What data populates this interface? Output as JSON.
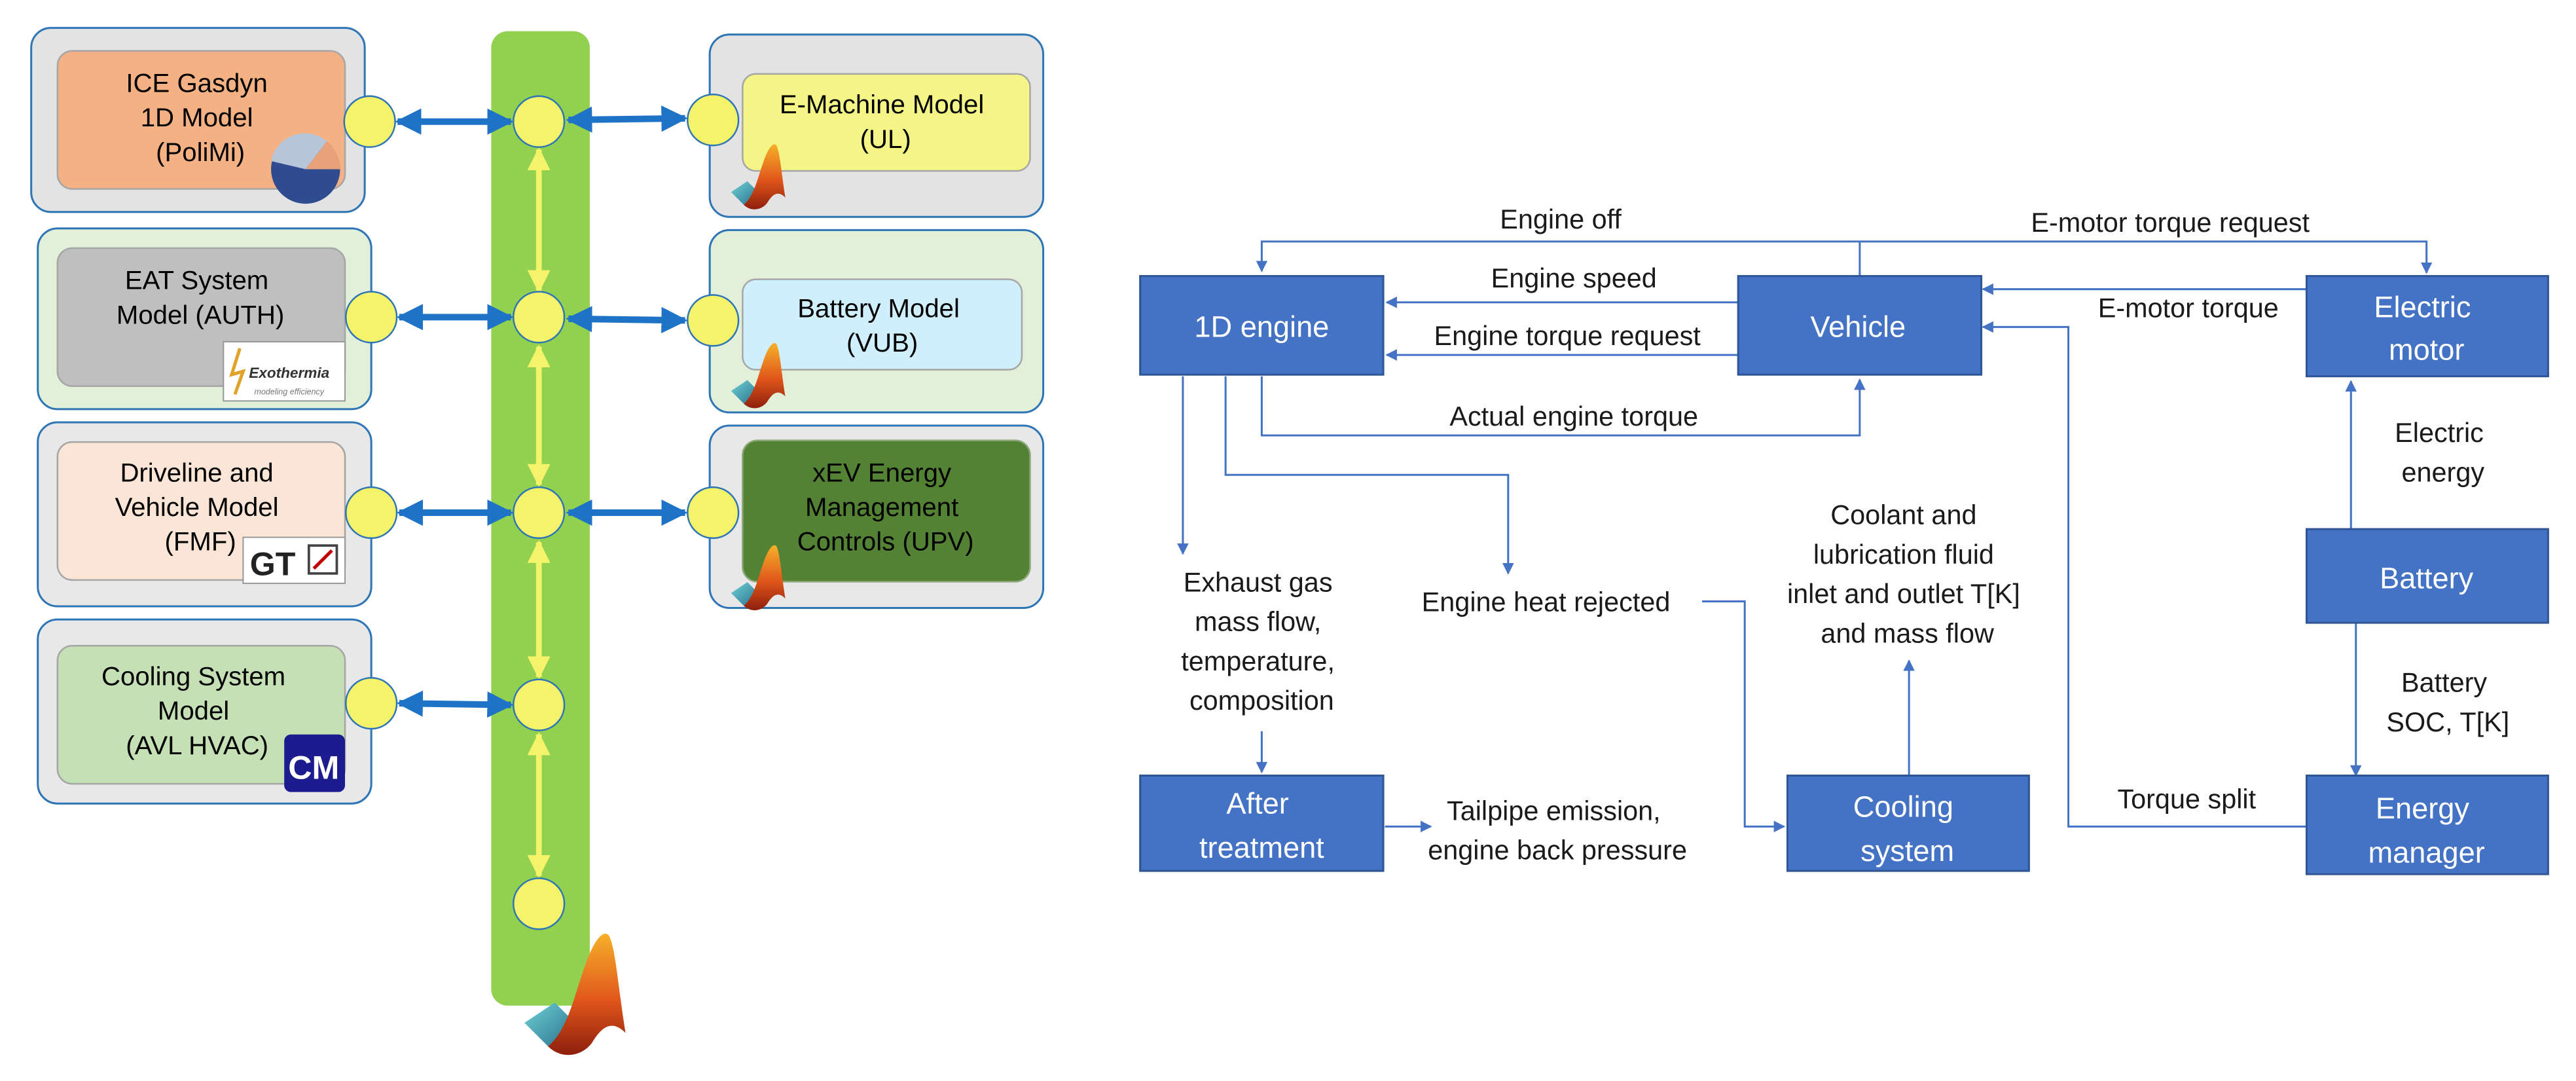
{
  "colors": {
    "accent_blue": "#4472C4",
    "bus_green": "#92D050",
    "port_yellow": "#F4F36A",
    "arrow_blue": "#1F73C6"
  },
  "cosim": {
    "modules": {
      "ice": {
        "lines": [
          "ICE Gasdyn",
          "1D Model",
          "(PoliMi)"
        ],
        "fill": "#F4B183",
        "icon": "polimi-gasdyn-logo-icon"
      },
      "eat": {
        "lines": [
          "EAT System",
          "Model (AUTH)"
        ],
        "fill": "#BFBFBF",
        "icon": "exothermia-logo-icon",
        "logo_text": "Exothermia",
        "logo_sub": "modeling efficiency"
      },
      "driveline": {
        "lines": [
          "Driveline and",
          "Vehicle Model",
          "(FMF)"
        ],
        "fill": "#FBE5D6",
        "icon": "gt-suite-logo-icon",
        "logo_text": "GT"
      },
      "cooling": {
        "lines": [
          "Cooling System",
          "Model",
          "(AVL HVAC)"
        ],
        "fill": "#C5E0B4",
        "icon": "cruise-m-logo-icon",
        "logo_text": "CM"
      },
      "emachine": {
        "lines": [
          "E-Machine Model",
          "(UL)"
        ],
        "fill": "#F4F586",
        "icon": "matlab-logo-icon"
      },
      "battery": {
        "lines": [
          "Battery Model",
          "(VUB)"
        ],
        "fill": "#CFEFFC",
        "icon": "matlab-logo-icon"
      },
      "xev": {
        "lines": [
          "xEV Energy",
          "Management",
          "Controls (UPV)"
        ],
        "fill": "#548235",
        "icon": "matlab-logo-icon"
      }
    }
  },
  "flow": {
    "blocks": {
      "engine": {
        "lines": [
          "1D engine"
        ]
      },
      "vehicle": {
        "lines": [
          "Vehicle"
        ]
      },
      "electric_motor": {
        "lines": [
          "Electric",
          "motor"
        ]
      },
      "battery": {
        "lines": [
          "Battery"
        ]
      },
      "after_treatment": {
        "lines": [
          "After",
          "treatment"
        ]
      },
      "cooling_system": {
        "lines": [
          "Cooling",
          "system"
        ]
      },
      "energy_manager": {
        "lines": [
          "Energy",
          "manager"
        ]
      }
    },
    "labels": {
      "engine_off": "Engine off",
      "emotor_torque_request": "E-motor torque request",
      "engine_speed": "Engine speed",
      "emotor_torque": "E-motor torque",
      "engine_torque_request": "Engine torque request",
      "actual_engine_torque": "Actual engine torque",
      "electric_energy": [
        "Electric",
        "energy"
      ],
      "coolant": [
        "Coolant and",
        "lubrication fluid",
        "inlet and outlet T[K]",
        "and mass flow"
      ],
      "exhaust": [
        "Exhaust gas",
        "mass flow,",
        "temperature,",
        "composition"
      ],
      "engine_heat": "Engine heat rejected",
      "battery_soc": [
        "Battery",
        "SOC, T[K]"
      ],
      "tailpipe": [
        "Tailpipe emission,",
        "engine back pressure"
      ],
      "torque_split": "Torque split"
    }
  }
}
